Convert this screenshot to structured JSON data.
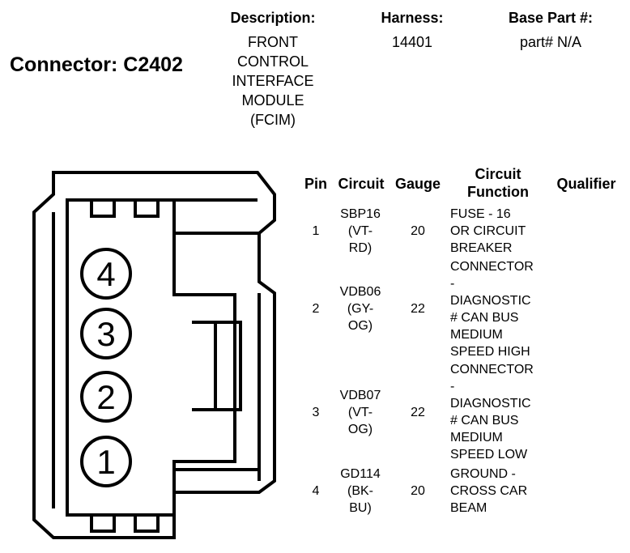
{
  "header": {
    "connector_label": "Connector: C2402",
    "description_label": "Description:",
    "description_value": "FRONT\nCONTROL\nINTERFACE\nMODULE\n(FCIM)",
    "harness_label": "Harness:",
    "harness_value": "14401",
    "base_part_label": "Base Part #:",
    "base_part_value": "part# N/A"
  },
  "table": {
    "columns": [
      "Pin",
      "Circuit",
      "Gauge",
      "Circuit\nFunction",
      "Qualifier"
    ],
    "rows": [
      {
        "pin": "1",
        "circuit": "SBP16\n(VT-\nRD)",
        "gauge": "20",
        "function": "FUSE - 16\nOR CIRCUIT\nBREAKER",
        "qualifier": ""
      },
      {
        "pin": "2",
        "circuit": "VDB06\n(GY-\nOG)",
        "gauge": "22",
        "function": "CONNECTOR\n-\nDIAGNOSTIC\n# CAN BUS\nMEDIUM\nSPEED HIGH",
        "qualifier": ""
      },
      {
        "pin": "3",
        "circuit": "VDB07\n(VT-\nOG)",
        "gauge": "22",
        "function": "CONNECTOR\n-\nDIAGNOSTIC\n# CAN BUS\nMEDIUM\nSPEED LOW",
        "qualifier": ""
      },
      {
        "pin": "4",
        "circuit": "GD114\n(BK-\nBU)",
        "gauge": "20",
        "function": "GROUND -\nCROSS CAR\nBEAM",
        "qualifier": ""
      }
    ]
  },
  "connector_pins": [
    "4",
    "3",
    "2",
    "1"
  ]
}
